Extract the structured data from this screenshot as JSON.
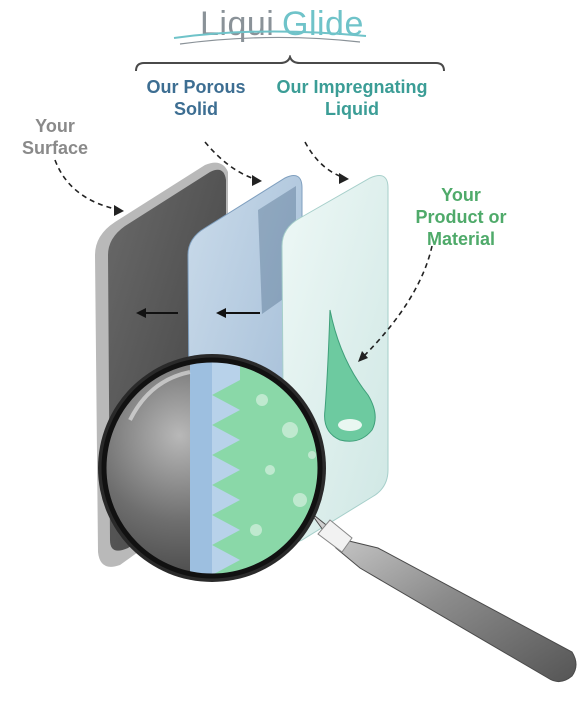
{
  "logo": {
    "part1": "Liqui",
    "part2": "Glide"
  },
  "labels": {
    "porous_solid_line1": "Our Porous",
    "porous_solid_line2": "Solid",
    "impregnating_liquid_line1": "Our Impregnating",
    "impregnating_liquid_line2": "Liquid",
    "your_surface_line1": "Your",
    "your_surface_line2": "Surface",
    "your_product_line1": "Your",
    "your_product_line2": "Product or",
    "your_product_line3": "Material"
  },
  "colors": {
    "logo_gray": "#8a9298",
    "logo_teal": "#6fc3c9",
    "porous_blue": "#3d6e92",
    "liquid_teal": "#3b9d96",
    "surface_gray": "#8a8a8a",
    "product_green": "#4faa6a",
    "surface_layer": "#4a4a4a",
    "porous_layer": "#b6cde4",
    "liquid_layer": "#dff0ee",
    "magnified_green": "#8ad8a8"
  },
  "icons": [
    "arrow-left-icon",
    "magnifying-glass-icon",
    "droplet-icon",
    "curved-arrow-icon",
    "brace-icon"
  ]
}
